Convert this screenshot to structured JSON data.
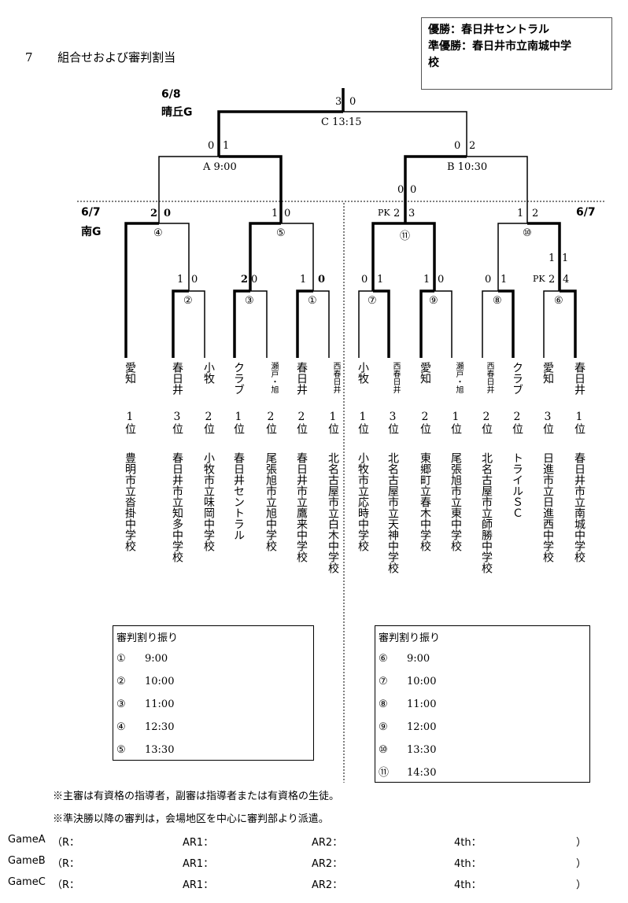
{
  "header": {
    "section_number": "7",
    "title": "組合せおよび審判割当"
  },
  "result": {
    "winner": "優勝：春日井セントラル",
    "runner_up_line1": "準優勝：春日井市立南城中学",
    "runner_up_line2": "校"
  },
  "venues": {
    "upper_date": "6/8",
    "upper_place": "晴丘G",
    "lower_date": "6/7",
    "lower_place": "南G",
    "right_date": "6/7"
  },
  "matches": {
    "final": {
      "label": "C 13:15",
      "score_left": "3",
      "score_right": "0"
    },
    "semi_a": {
      "label": "A 9:00",
      "score_left": "0",
      "score_right": "1"
    },
    "semi_b": {
      "label": "B 10:30",
      "score_left": "0",
      "score_right": "2"
    },
    "semi_b_extra": {
      "score_left": "0",
      "score_right": "0"
    },
    "m4": {
      "num": "④",
      "score_left": "2",
      "score_right": "0"
    },
    "m5": {
      "num": "⑤",
      "score_left": "1",
      "score_right": "0"
    },
    "m11": {
      "num": "⑪",
      "pk": "PK",
      "score_left": "2",
      "score_right": "3"
    },
    "m10": {
      "num": "⑩",
      "score_left": "1",
      "score_right": "2"
    },
    "m2": {
      "num": "②",
      "score_left": "1",
      "score_right": "0"
    },
    "m3": {
      "num": "③",
      "score_left": "2",
      "score_right": "0"
    },
    "m1": {
      "num": "①",
      "score_left": "1",
      "score_right": "0"
    },
    "m7": {
      "num": "⑦",
      "score_left": "0",
      "score_right": "1"
    },
    "m9": {
      "num": "⑨",
      "score_left": "1",
      "score_right": "0"
    },
    "m8": {
      "num": "⑧",
      "score_left": "0",
      "score_right": "1"
    },
    "m6": {
      "num": "⑥",
      "pk": "PK",
      "score_left": "2",
      "score_right": "4"
    },
    "m6_extra": {
      "score_left": "1",
      "score_right": "1"
    }
  },
  "teams": [
    {
      "region": "愛知",
      "rank": "1位",
      "school": "豊明市立沓掛中学校"
    },
    {
      "region": "春日井",
      "rank": "3位",
      "school": "春日井市立知多中学校"
    },
    {
      "region": "小牧",
      "rank": "2位",
      "school": "小牧市立味岡中学校"
    },
    {
      "region": "クラブ",
      "rank": "1位",
      "school": "春日井セントラル"
    },
    {
      "region": "瀬戸・旭",
      "rank": "2位",
      "school": "尾張旭市立旭中学校"
    },
    {
      "region": "春日井",
      "rank": "2位",
      "school": "春日井市立鷹来中学校"
    },
    {
      "region": "西春日井",
      "rank": "1位",
      "school": "北名古屋市立白木中学校"
    },
    {
      "region": "小牧",
      "rank": "1位",
      "school": "小牧市立応時中学校"
    },
    {
      "region": "西春日井",
      "rank": "3位",
      "school": "北名古屋市立天神中学校"
    },
    {
      "region": "愛知",
      "rank": "2位",
      "school": "東郷町立春木中学校"
    },
    {
      "region": "瀬戸・旭",
      "rank": "1位",
      "school": "尾張旭市立東中学校"
    },
    {
      "region": "西春日井",
      "rank": "2位",
      "school": "北名古屋市立師勝中学校"
    },
    {
      "region": "クラブ",
      "rank": "2位",
      "school": "トライルＳＣ"
    },
    {
      "region": "愛知",
      "rank": "3位",
      "school": "日進市立日進西中学校"
    },
    {
      "region": "春日井",
      "rank": "1位",
      "school": "春日井市立南城中学校"
    }
  ],
  "referee_left": {
    "heading": "審判割り振り",
    "rows": [
      {
        "num": "①",
        "time": "9:00"
      },
      {
        "num": "②",
        "time": "10:00"
      },
      {
        "num": "③",
        "time": "11:00"
      },
      {
        "num": "④",
        "time": "12:30"
      },
      {
        "num": "⑤",
        "time": "13:30"
      }
    ]
  },
  "referee_right": {
    "heading": "審判割り振り",
    "rows": [
      {
        "num": "⑥",
        "time": "9:00"
      },
      {
        "num": "⑦",
        "time": "10:00"
      },
      {
        "num": "⑧",
        "time": "11:00"
      },
      {
        "num": "⑨",
        "time": "12:00"
      },
      {
        "num": "⑩",
        "time": "13:30"
      },
      {
        "num": "⑪",
        "time": "14:30"
      }
    ]
  },
  "notes": [
    "※主審は有資格の指導者，副審は指導者または有資格の生徒。",
    "※準決勝以降の審判は，会場地区を中心に審判部より派遣。"
  ],
  "games": [
    {
      "name": "GameA",
      "r": "（R：",
      "ar1": "AR1：",
      "ar2": "AR2：",
      "fourth": "4th：",
      "close": "）"
    },
    {
      "name": "GameB",
      "r": "（R：",
      "ar1": "AR1：",
      "ar2": "AR2：",
      "fourth": "4th：",
      "close": "）"
    },
    {
      "name": "GameC",
      "r": "（R：",
      "ar1": "AR1：",
      "ar2": "AR2：",
      "fourth": "4th：",
      "close": "）"
    }
  ]
}
